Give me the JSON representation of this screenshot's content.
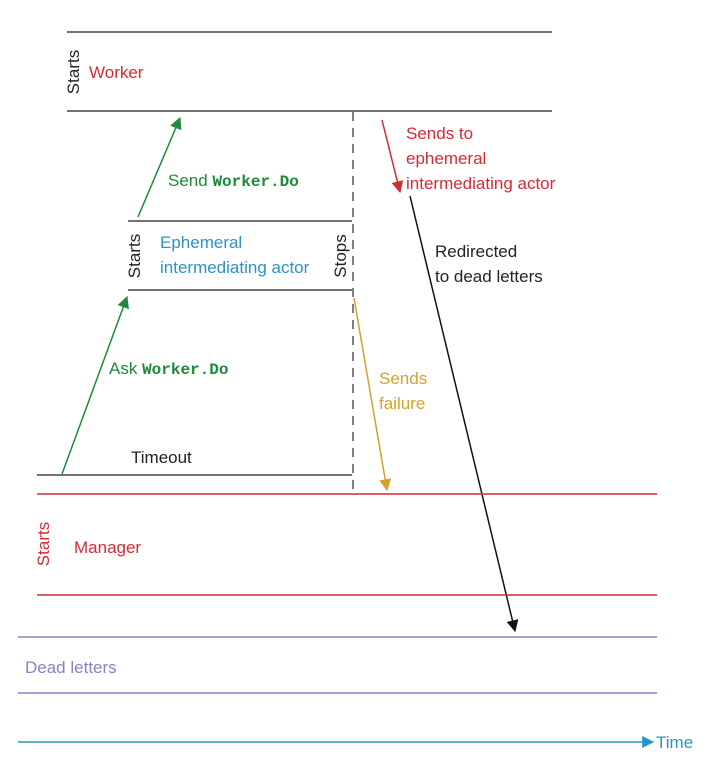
{
  "colors": {
    "worker": "#d42a37",
    "ephemeral": "#2a93c8",
    "send": "#1e8a3a",
    "failure": "#d4a12a",
    "manager": "#d42a37",
    "dead_letters": "#8b80c4",
    "time": "#2a93c8",
    "lines": "#444444",
    "text": "#222222"
  },
  "worker": {
    "starts": "Starts",
    "name": "Worker"
  },
  "ephemeral": {
    "starts": "Starts",
    "name_line1": "Ephemeral",
    "name_line2": "intermediating actor",
    "stops": "Stops"
  },
  "send_msg": {
    "prefix": "Send ",
    "code": "Worker.Do"
  },
  "ask_msg": {
    "prefix": "Ask ",
    "code": "Worker.Do"
  },
  "sends_to": {
    "line1": "Sends to",
    "line2": "ephemeral",
    "line3": "intermediating actor"
  },
  "redirected": {
    "line1": "Redirected",
    "line2": "to dead letters"
  },
  "failure": {
    "line1": "Sends",
    "line2": "failure"
  },
  "timeout": "Timeout",
  "manager": {
    "starts": "Starts",
    "name": "Manager"
  },
  "dead_letters": "Dead letters",
  "time_label": "Time",
  "icons": {
    "arrowhead": "triangle-arrowhead"
  }
}
